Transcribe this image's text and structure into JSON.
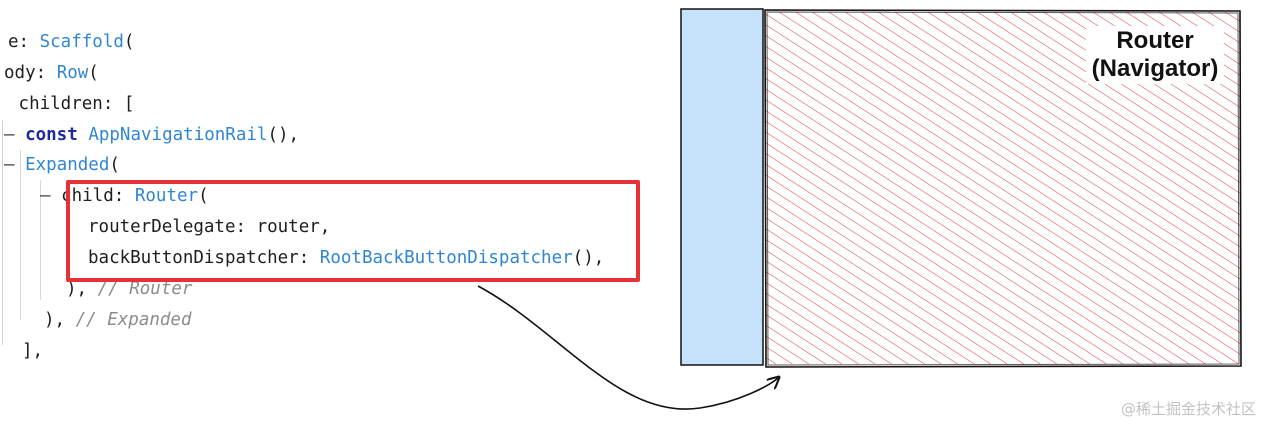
{
  "code_lines": {
    "l1": {
      "a": "e: ",
      "b": "Scaffold",
      "c": "("
    },
    "l2": {
      "a": "ody: ",
      "b": "Row",
      "c": "("
    },
    "l3": {
      "a": " children: ["
    },
    "l4": {
      "tree": "— ",
      "kw": "const",
      "sp": " ",
      "cls": "AppNavigationRail",
      "tail": "(),"
    },
    "l5": {
      "tree": "— ",
      "cls": "Expanded",
      "tail": "("
    },
    "l6": {
      "tree": "— ",
      "key": "child: ",
      "cls": "Router",
      "tail": "("
    },
    "l7": {
      "text": "routerDelegate: router,"
    },
    "l8": {
      "key": "backButtonDispatcher: ",
      "cls": "RootBackButtonDispatcher",
      "tail": "(),"
    },
    "l9": {
      "tail": "), ",
      "cmt": "// Router"
    },
    "l10": {
      "tail": "), ",
      "cmt": "// Expanded"
    },
    "l11": {
      "tail": "],"
    }
  },
  "diagram": {
    "router_title": "Router",
    "router_subtitle": "(Navigator)"
  },
  "colors": {
    "rail_fill": "#c6e1fa",
    "hatch": "#e5484e",
    "highlight_border": "#e53238"
  },
  "watermark": "@稀土掘金技术社区"
}
